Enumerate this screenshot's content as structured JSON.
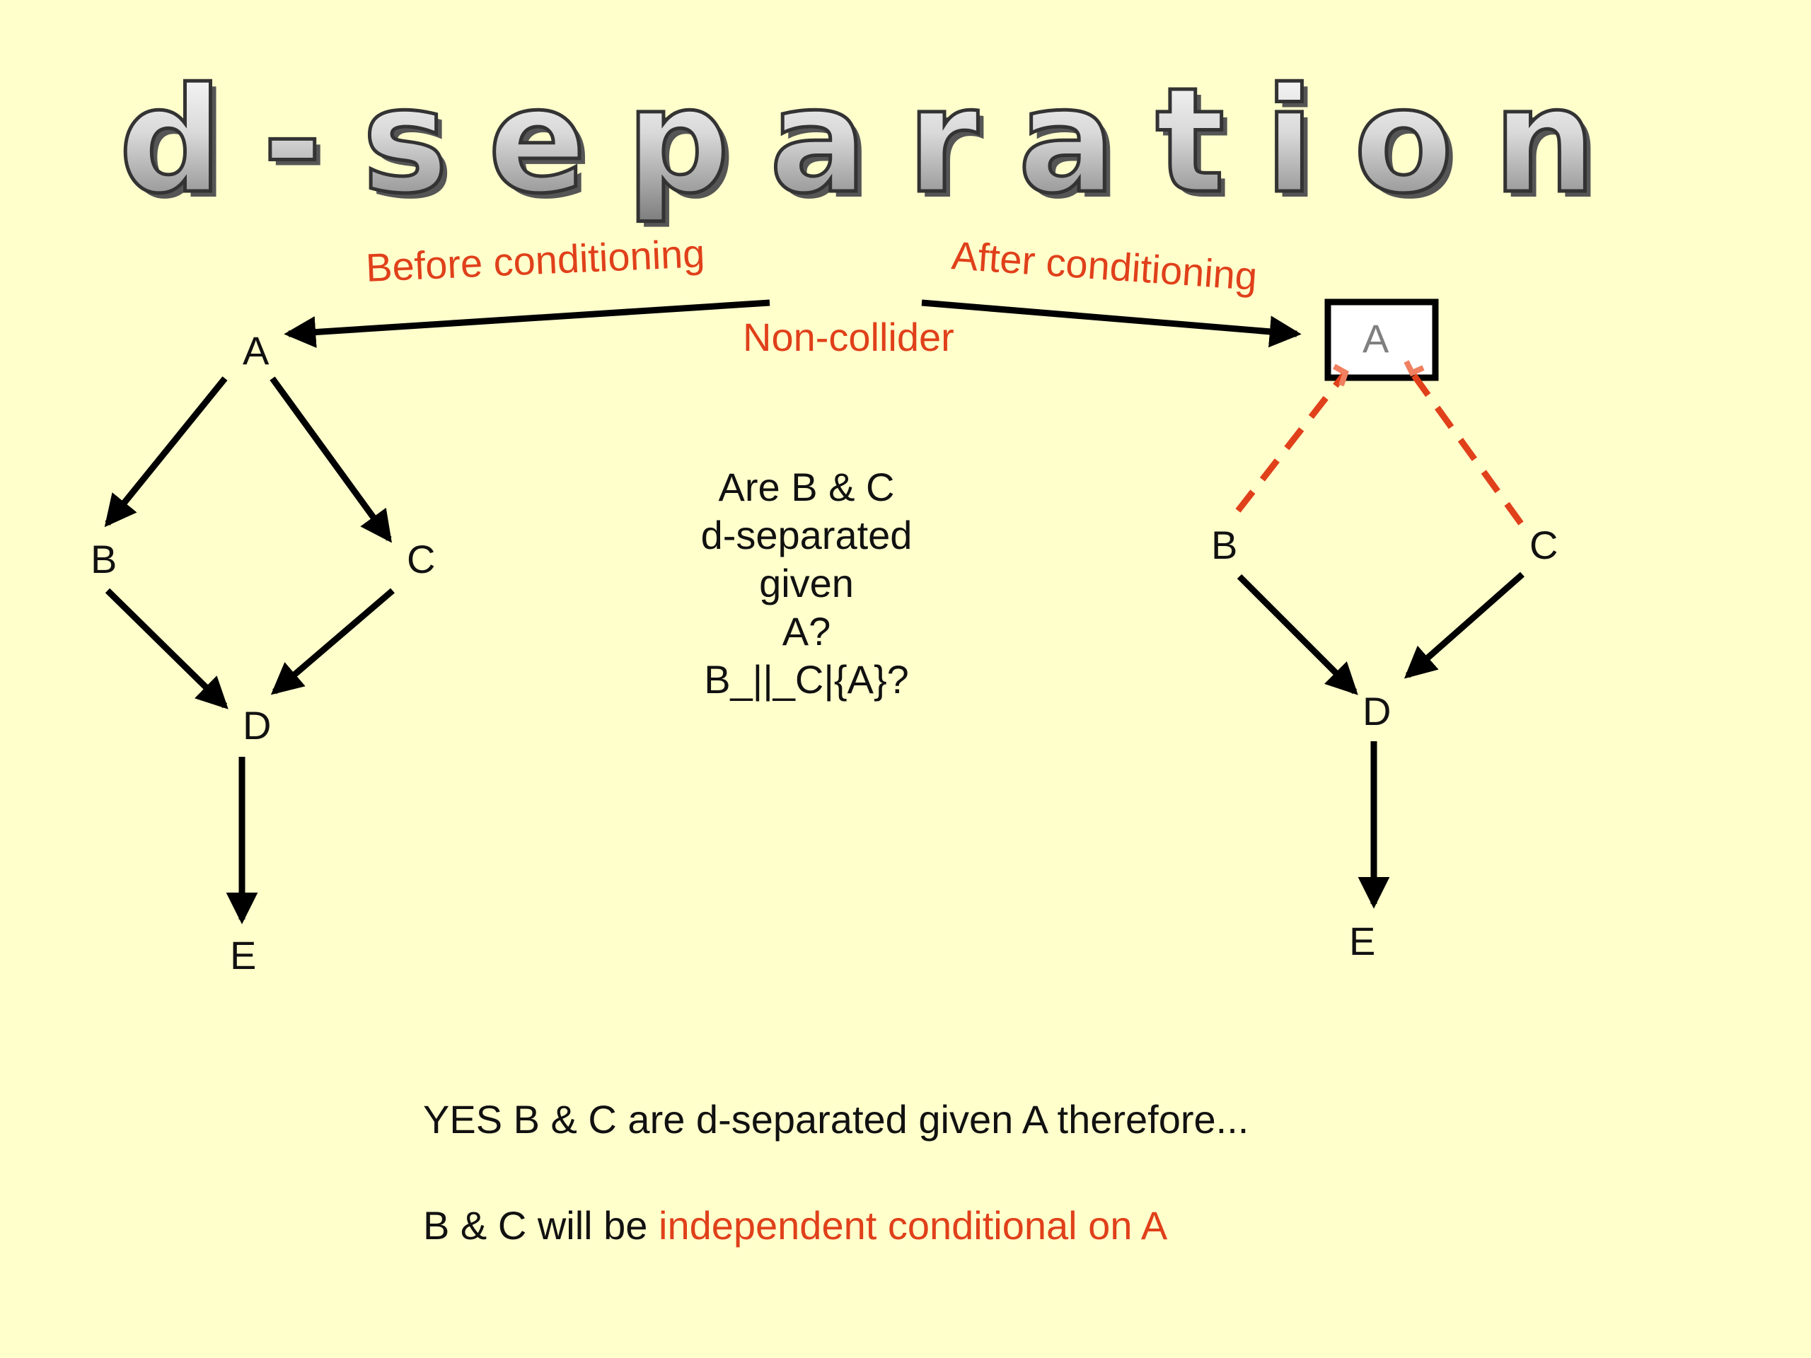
{
  "title": "d-separation",
  "labels": {
    "before": "Before conditioning",
    "after": "After conditioning",
    "non_collider": "Non-collider"
  },
  "left_graph": {
    "nodes": {
      "A": "A",
      "B": "B",
      "C": "C",
      "D": "D",
      "E": "E"
    }
  },
  "right_graph": {
    "nodes": {
      "A": "A",
      "B": "B",
      "C": "C",
      "D": "D",
      "E": "E"
    }
  },
  "question_lines": [
    "Are B & C",
    "d-separated",
    "given",
    "A?",
    "B_||_C|{A}?"
  ],
  "conclusion": {
    "line1": "YES B & C are d-separated given A therefore...",
    "line2_prefix": "B & C will be ",
    "line2_highlight": "independent conditional on A"
  },
  "colors": {
    "background": "#ffffcc",
    "accent": "#e0401a",
    "ink": "#111111"
  }
}
